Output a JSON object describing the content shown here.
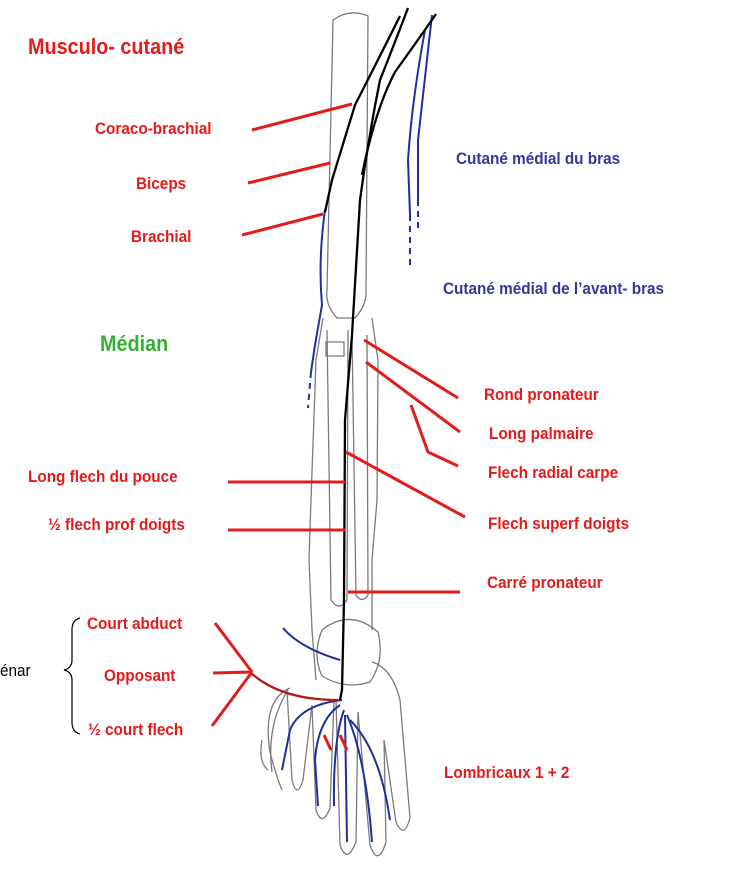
{
  "colors": {
    "motor": "#e31b1b",
    "cutaneous": "#2e3a9a",
    "median_title": "#33b033",
    "nerve_main": "#000000",
    "nerve_branch": "#1f2fa0",
    "thenar_branch": "#b01818"
  },
  "titles": {
    "musculo": "Musculo- cutané",
    "median": "Médian"
  },
  "labels": {
    "coraco": "Coraco-brachial",
    "biceps": "Biceps",
    "brachial": "Brachial",
    "cut_bras": "Cutané médial du bras",
    "cut_avant_bras": "Cutané médial de l’avant- bras",
    "rond_pronateur": "Rond pronateur",
    "long_palmaire": "Long palmaire",
    "flech_radial": "Flech radial carpe",
    "flech_superf": "Flech superf doigts",
    "carre_pronateur": "Carré pronateur",
    "long_flech_pouce": "Long flech du pouce",
    "half_flech_prof": "½ flech prof doigts",
    "court_abduct": "Court abduct",
    "opposant": "Opposant",
    "half_court_flech": "½ court flech",
    "thenar": "énar",
    "lombricaux": "Lombricaux 1 + 2"
  }
}
